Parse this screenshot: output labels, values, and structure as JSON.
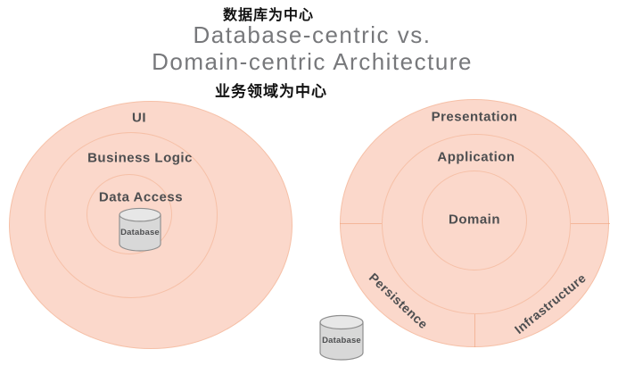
{
  "title": {
    "top_cn": "数据库为中心",
    "line1": "Database-centric vs.",
    "line2": "Domain-centric Architecture",
    "bottom_cn": "业务领域为中心"
  },
  "left_diagram": {
    "name": "Database-centric architecture",
    "rings": [
      {
        "label": "UI"
      },
      {
        "label": "Business Logic"
      },
      {
        "label": "Data Access"
      }
    ],
    "database_label": "Database"
  },
  "right_diagram": {
    "name": "Domain-centric architecture",
    "rings": [
      {
        "label": "Presentation"
      },
      {
        "label": "Application"
      },
      {
        "label": "Domain"
      }
    ],
    "sectors": [
      {
        "label": "Persistence"
      },
      {
        "label": "Infrastructure"
      }
    ],
    "database_label": "Database"
  },
  "colors": {
    "ring_fill": "#fbd8cb",
    "ring_stroke": "#f3ad8a",
    "label_text": "#4d4e50",
    "title_text": "#77787b",
    "chinese_text": "#111111",
    "cylinder_body": "#d8d8d8",
    "cylinder_top": "#e7e7e7",
    "cylinder_stroke": "#8f8f8f",
    "background": "#ffffff"
  }
}
